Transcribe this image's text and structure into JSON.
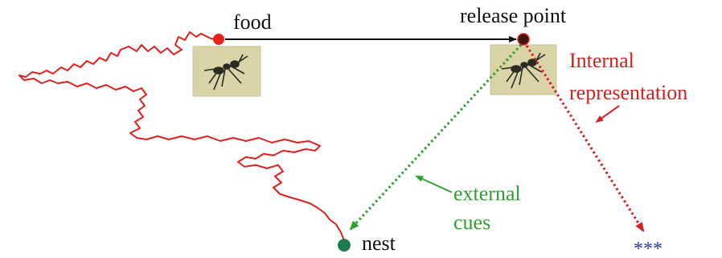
{
  "labels": {
    "food": "food",
    "release_point": "release point",
    "internal_line1": "Internal",
    "internal_line2": "representation",
    "external_line1": "external",
    "external_line2": "cues",
    "nest": "nest",
    "stars": "***"
  },
  "colors": {
    "path": "#e0201b",
    "food_dot": "#e8231c",
    "release_dot": "#3a1a10",
    "nest_dot": "#1f7a4f",
    "arrow_black": "#111111",
    "arrow_red": "#d42020",
    "arrow_green": "#2ea02e",
    "text_black": "#111111",
    "text_red": "#d42020",
    "text_green": "#2ea02e",
    "text_blue": "#2a38c8",
    "photo_bg": "#d9d3a7"
  },
  "icons": {
    "ant_photo": "ant-photo"
  }
}
